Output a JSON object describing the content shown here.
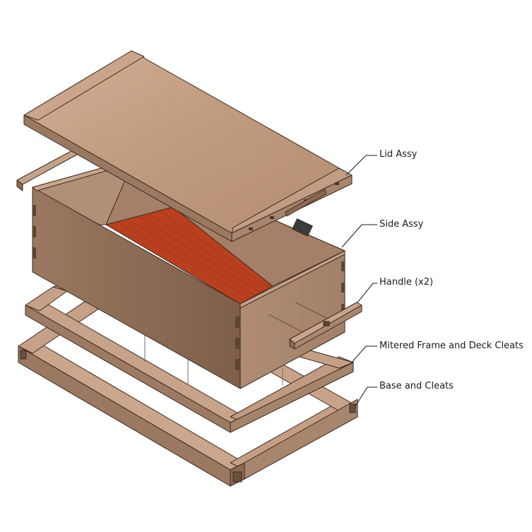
{
  "diagram": {
    "callouts": [
      {
        "id": "lid",
        "label": "Lid Assy"
      },
      {
        "id": "side",
        "label": "Side Assy"
      },
      {
        "id": "handle",
        "label": "Handle (x2)"
      },
      {
        "id": "frame",
        "label": "Mitered Frame and Deck Cleats"
      },
      {
        "id": "base",
        "label": "Base and Cleats"
      }
    ]
  },
  "colors": {
    "wood_light": "#c9a287",
    "wood_mid": "#a98468",
    "wood_dark": "#7e5f4a",
    "wood_inner": "#9d7a60",
    "floor_red": "#b8401f",
    "outline": "#3a2a20"
  }
}
